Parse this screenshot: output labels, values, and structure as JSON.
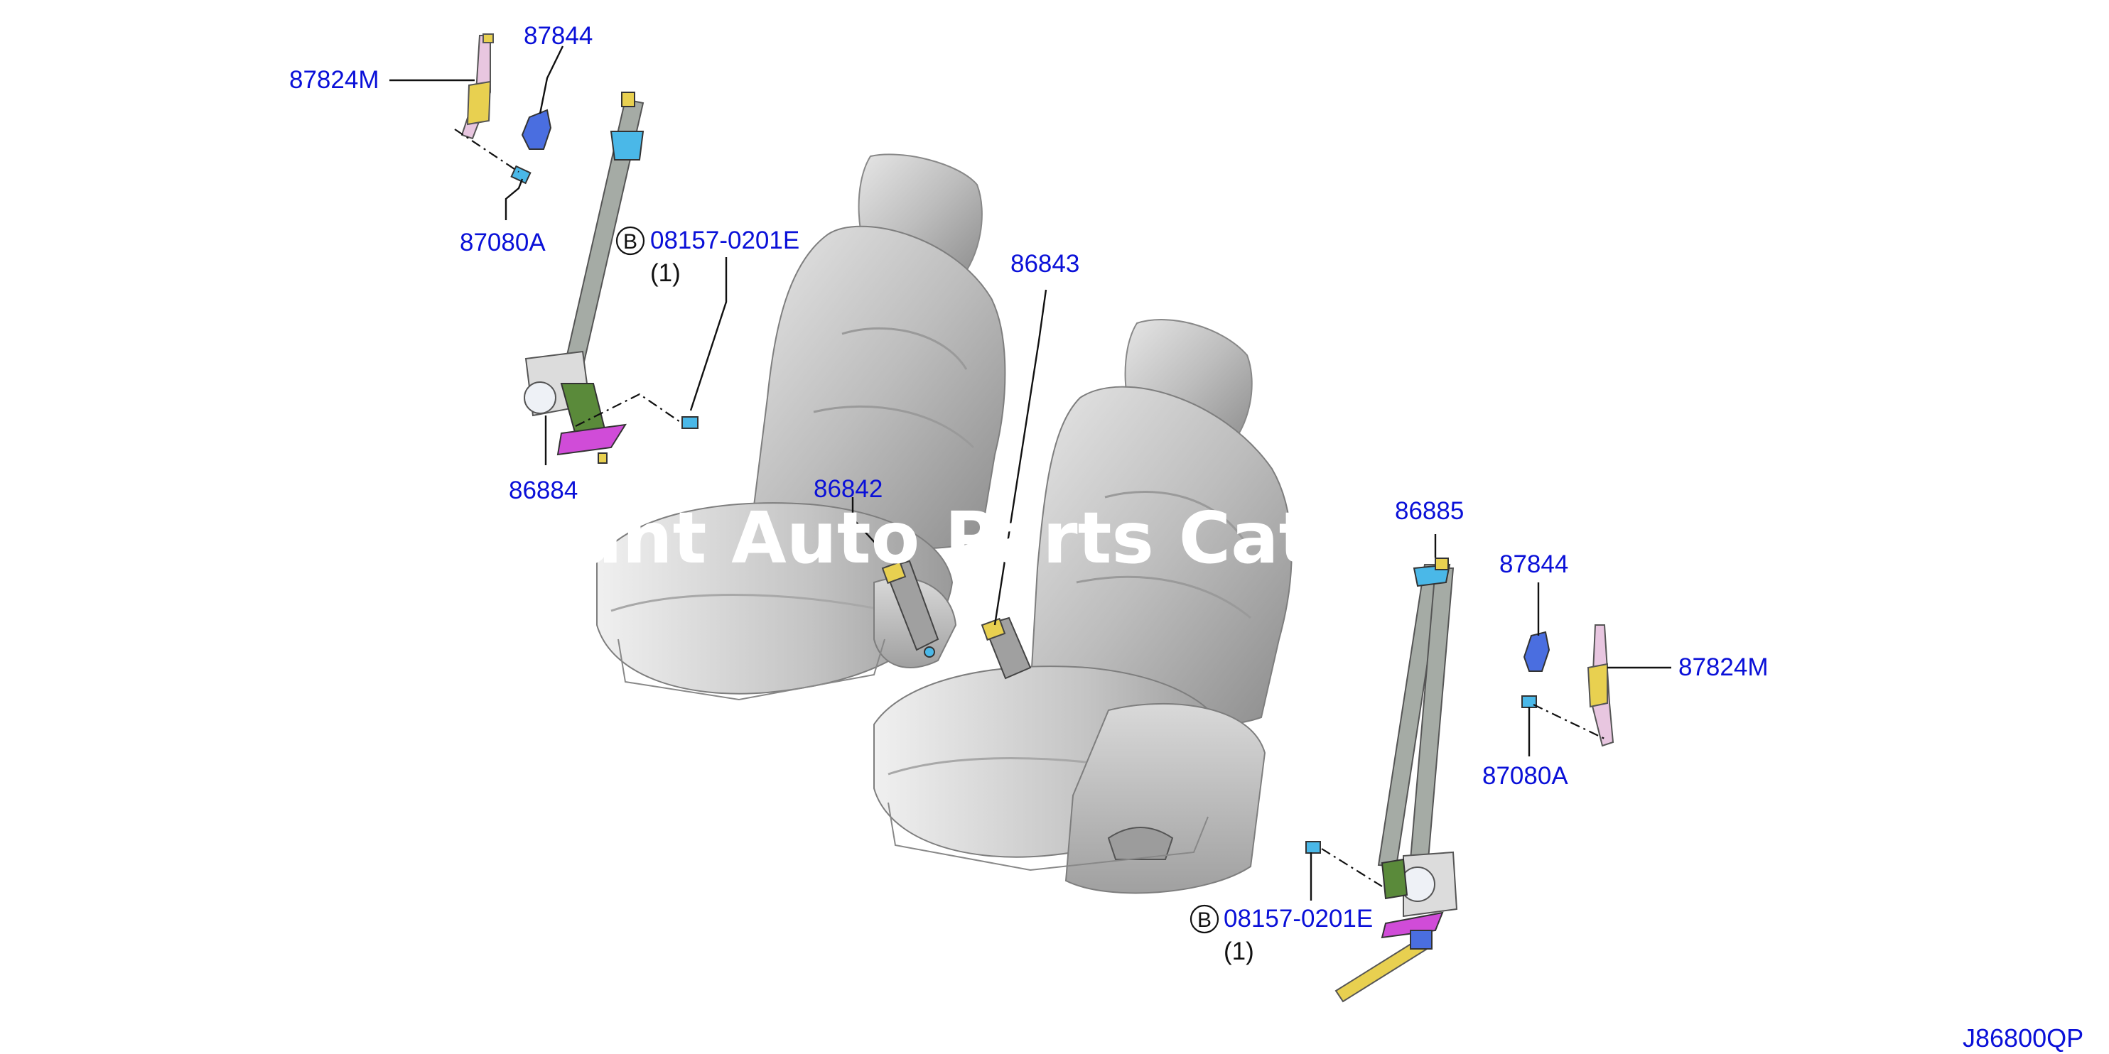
{
  "diagram": {
    "drawing_code": "J86800QP",
    "watermark": "ant Auto Parts Catal",
    "labels": {
      "p87824M_left": "87824M",
      "p87844_left": "87844",
      "p87080A_left": "87080A",
      "p08157_left": "08157-0201E",
      "qty_left": "(1)",
      "p86884": "86884",
      "p86842": "86842",
      "p86843": "86843",
      "p86885": "86885",
      "p87844_right": "87844",
      "p87824M_right": "87824M",
      "p87080A_right": "87080A",
      "p08157_right": "08157-0201E",
      "qty_right": "(1)",
      "circle_mark": "B"
    },
    "colors": {
      "label_blue": "#0a10d8",
      "belt_grey": "#a5aba5",
      "seat_grey": "#c8c8c8",
      "part_yellow": "#e8d050",
      "part_blue": "#4a6ee0",
      "part_magenta": "#d04cd8",
      "part_green": "#5a8a3a",
      "part_cyan": "#4ab8e8"
    }
  }
}
